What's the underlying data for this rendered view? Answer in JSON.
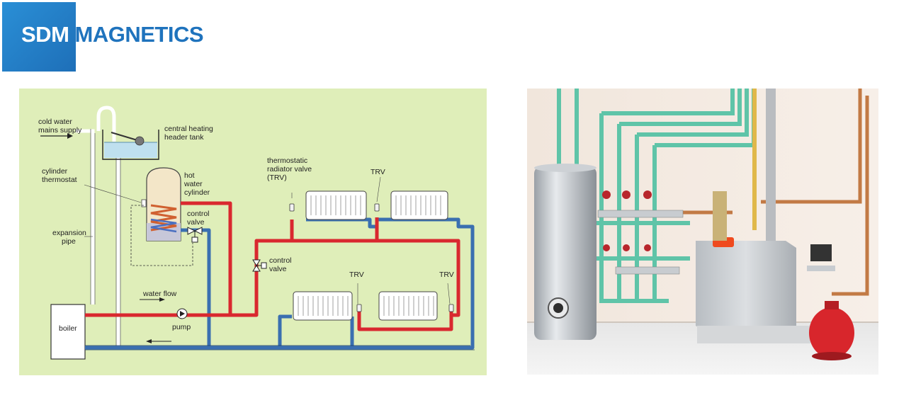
{
  "logo": {
    "part1": "SDM",
    "part2": "MAGNETICS"
  },
  "diagram": {
    "labels": {
      "cold_water": [
        "cold water",
        "mains supply"
      ],
      "header_tank": [
        "central heating",
        "header tank"
      ],
      "cylinder_thermostat": [
        "cylinder",
        "thermostat"
      ],
      "hot_water_cylinder": [
        "hot",
        "water",
        "cylinder"
      ],
      "control_valve_1": [
        "control",
        "valve"
      ],
      "expansion_pipe": [
        "expansion",
        "pipe"
      ],
      "trv_full": [
        "thermostatic",
        "radiator valve",
        "(TRV)"
      ],
      "trv_top": "TRV",
      "control_valve_2": [
        "control",
        "valve"
      ],
      "trv_bottom_1": "TRV",
      "trv_bottom_2": "TRV",
      "water_flow": "water flow",
      "pump": "pump",
      "boiler": "boiler"
    },
    "colors": {
      "flow": "#d9282f",
      "return": "#3a6fb0",
      "background": "#dfeeb9"
    }
  },
  "photo": {
    "subject": "boiler-room-photo"
  }
}
